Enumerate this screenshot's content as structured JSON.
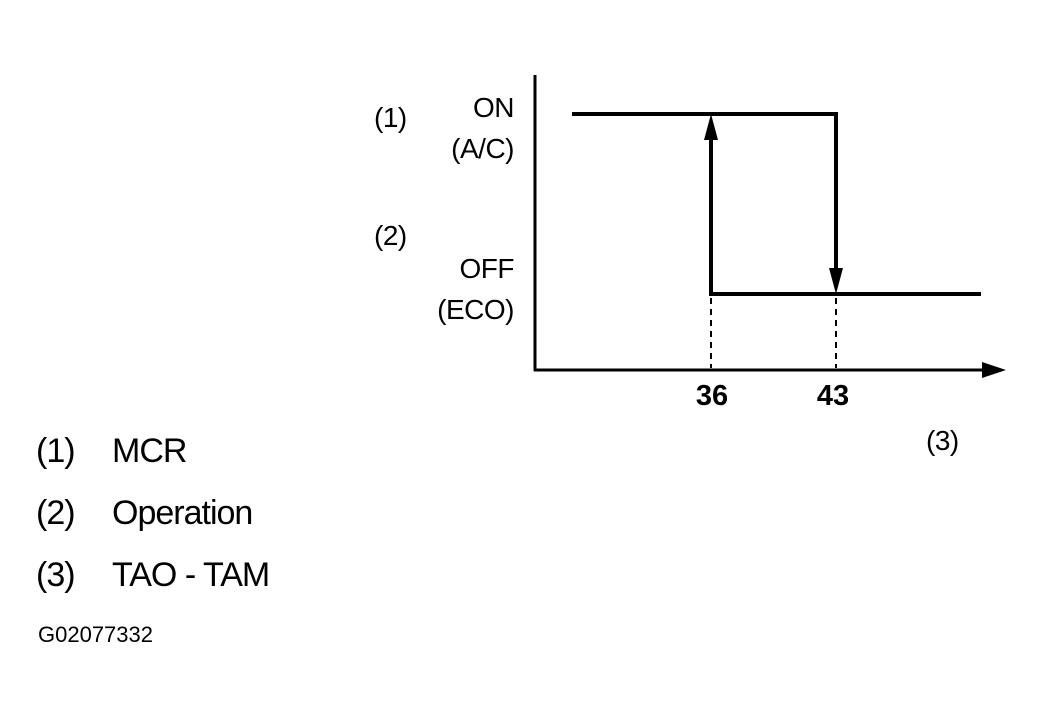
{
  "diagram": {
    "y_markers": {
      "top": "(1)",
      "bottom": "(2)"
    },
    "y_states": {
      "on": "ON",
      "on_mode": "(A/C)",
      "off": "OFF",
      "off_mode": "(ECO)"
    },
    "x_ticks": [
      "36",
      "43"
    ],
    "x_marker": "(3)"
  },
  "legend": [
    {
      "num": "(1)",
      "text": "MCR"
    },
    {
      "num": "(2)",
      "text": "Operation"
    },
    {
      "num": "(3)",
      "text": "TAO - TAM"
    }
  ],
  "figure_id": "G02077332"
}
